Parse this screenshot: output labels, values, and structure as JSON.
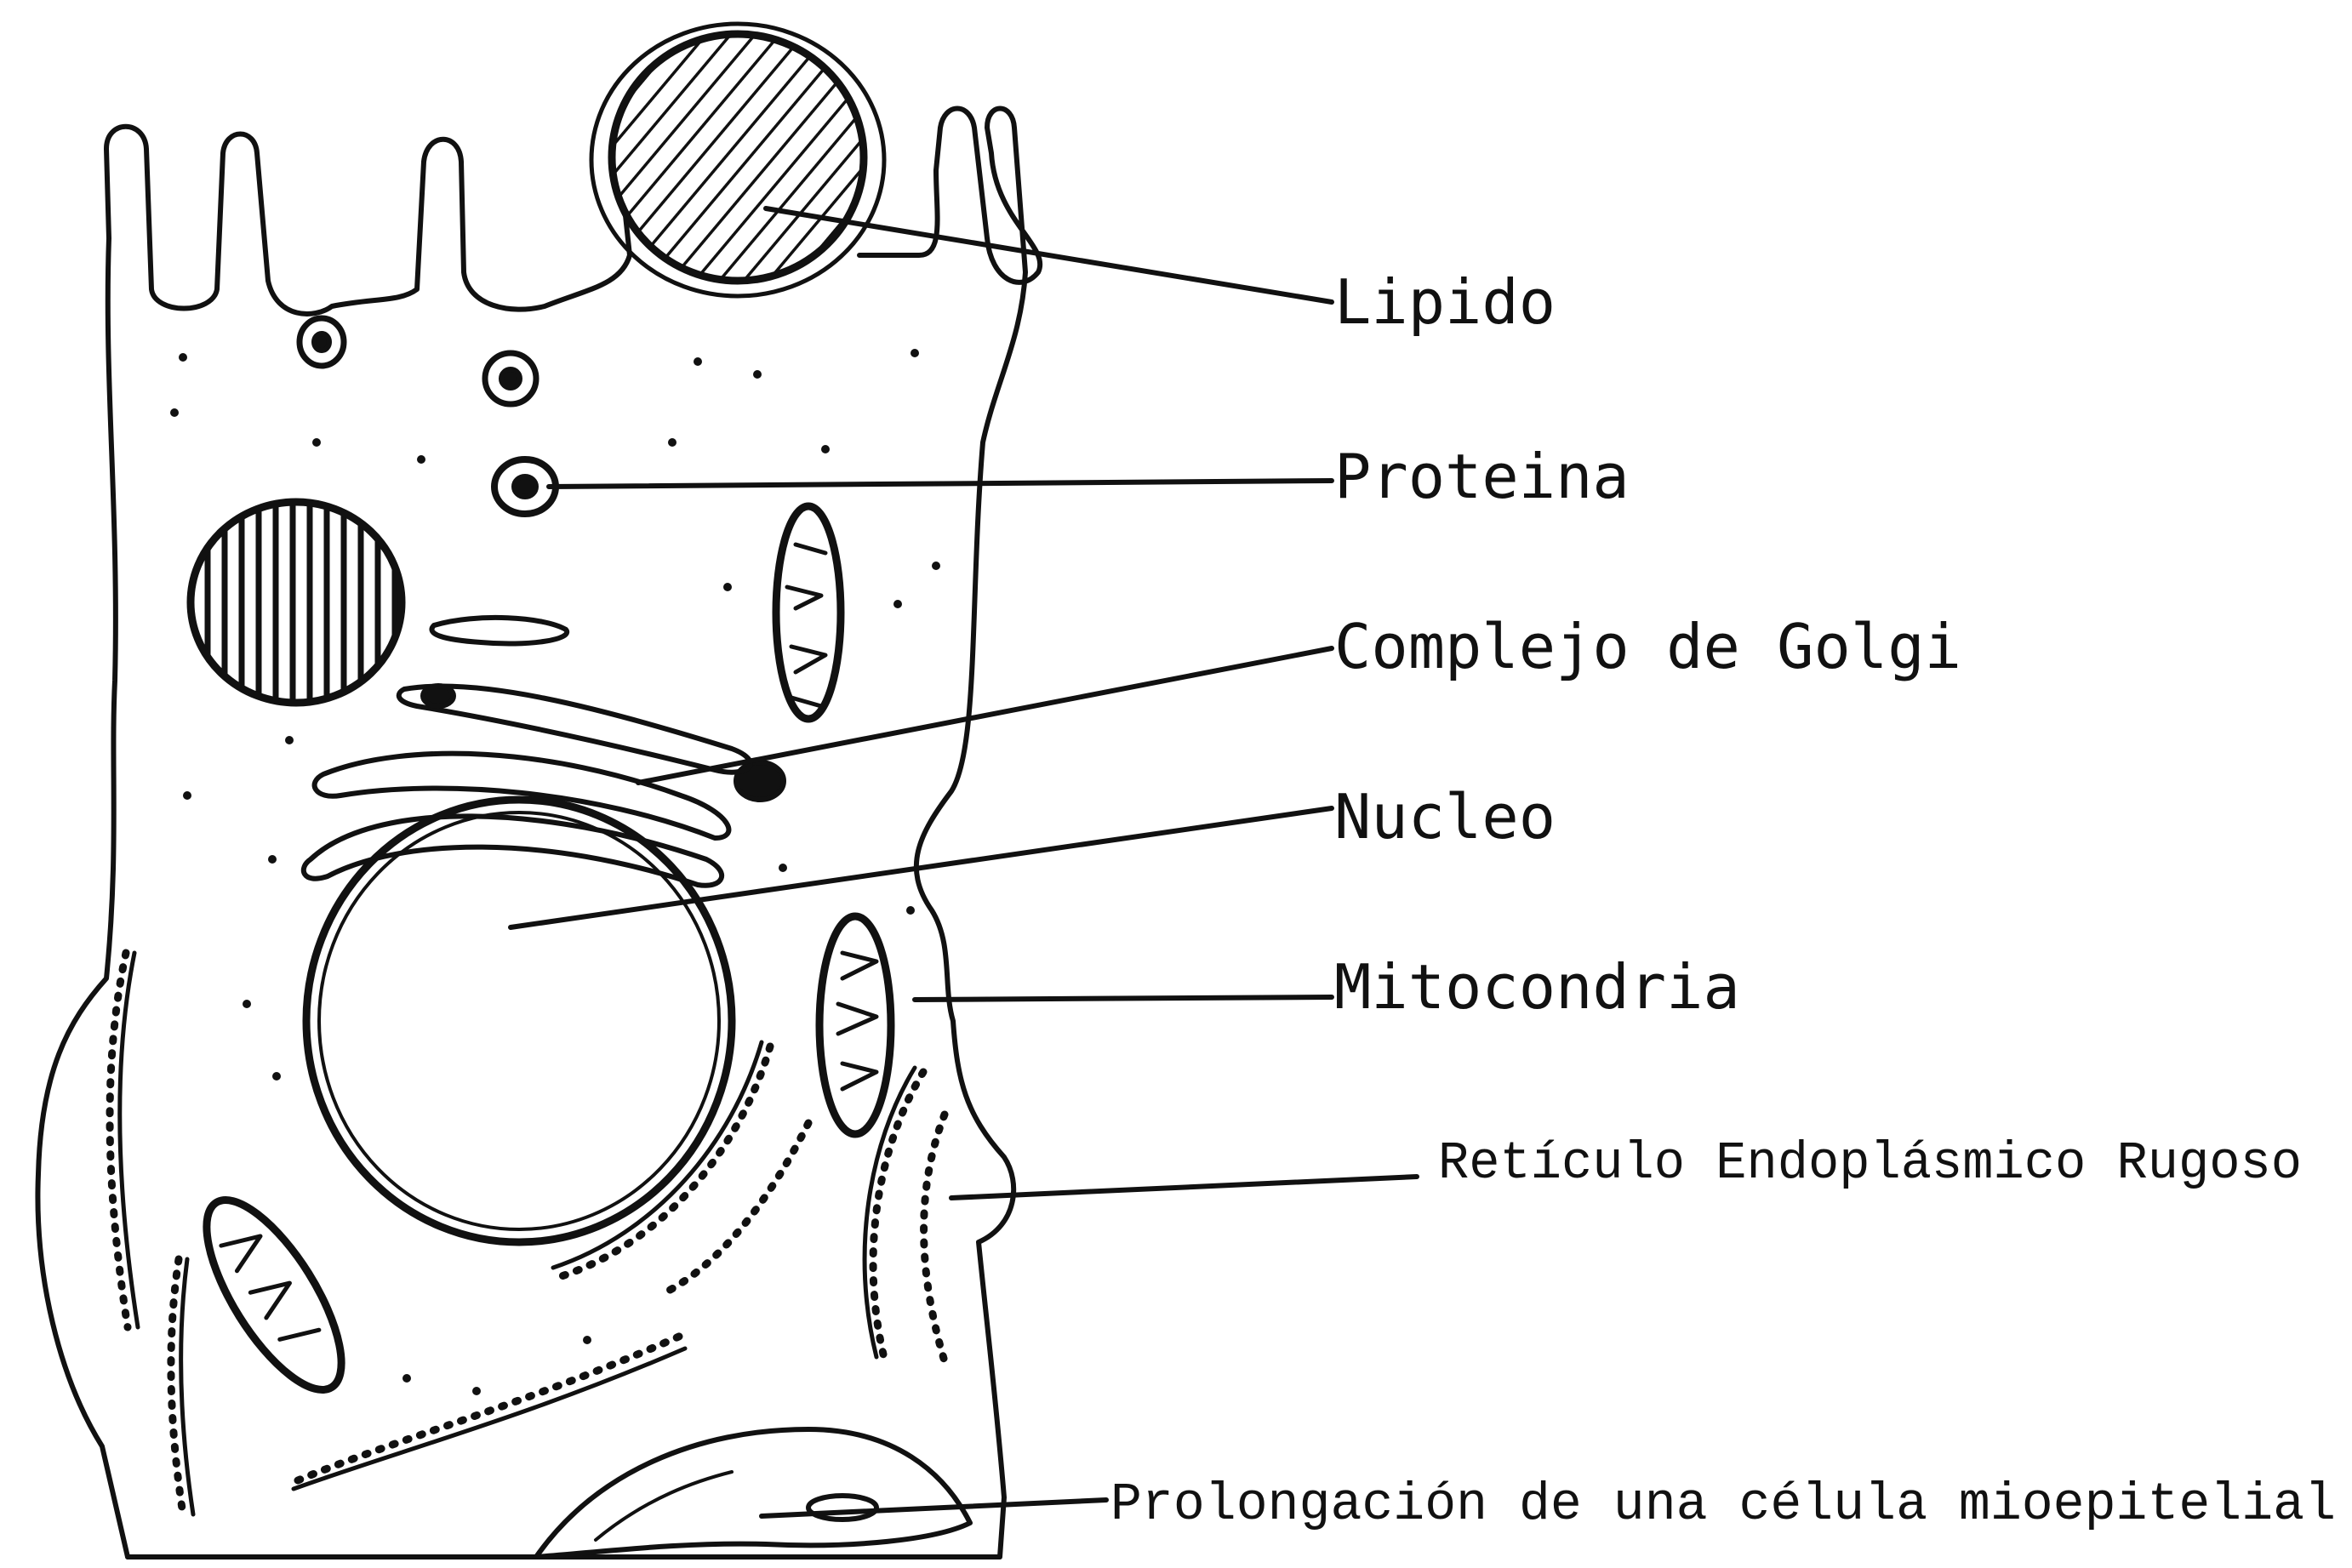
{
  "diagram": {
    "labels": [
      {
        "id": "lipido",
        "text": "Lipido"
      },
      {
        "id": "proteina",
        "text": "Proteina"
      },
      {
        "id": "golgi",
        "text": "Complejo de Golgi"
      },
      {
        "id": "nucleo",
        "text": "Nucleo"
      },
      {
        "id": "mitocondria",
        "text": "Mitocondria"
      },
      {
        "id": "reticulo",
        "text": "Retículo Endoplásmico Rugoso"
      },
      {
        "id": "prolongacion",
        "text": "Prolongación de una célula mioepitelial"
      }
    ],
    "colors": {
      "ink": "#111111",
      "background": "#ffffff"
    }
  }
}
